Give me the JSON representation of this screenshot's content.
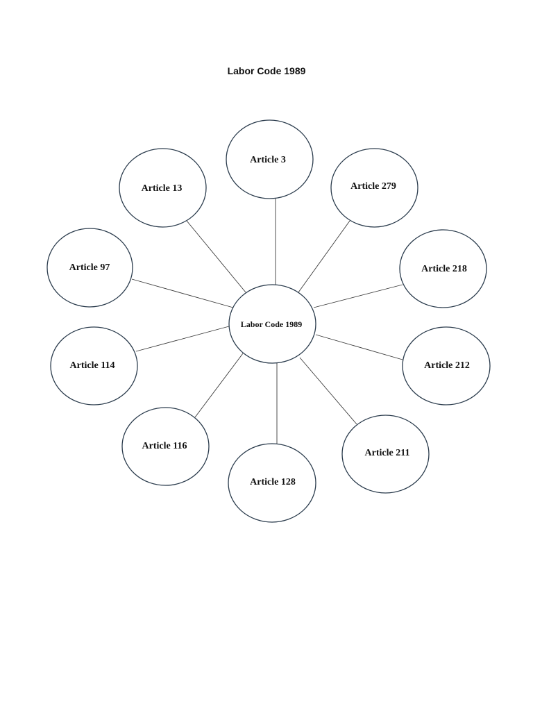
{
  "title": "Labor Code 1989",
  "center": {
    "label": "Labor Code 1989"
  },
  "nodes": [
    {
      "label": "Article 3"
    },
    {
      "label": "Article 13"
    },
    {
      "label": "Article 279"
    },
    {
      "label": "Article 97"
    },
    {
      "label": "Article 218"
    },
    {
      "label": "Article 114"
    },
    {
      "label": "Article 212"
    },
    {
      "label": "Article 116"
    },
    {
      "label": "Article 128"
    },
    {
      "label": "Article 211"
    }
  ],
  "colors": {
    "node_outline": "#2a3b4c",
    "connector": "#3a3a3a",
    "text": "#111111"
  }
}
